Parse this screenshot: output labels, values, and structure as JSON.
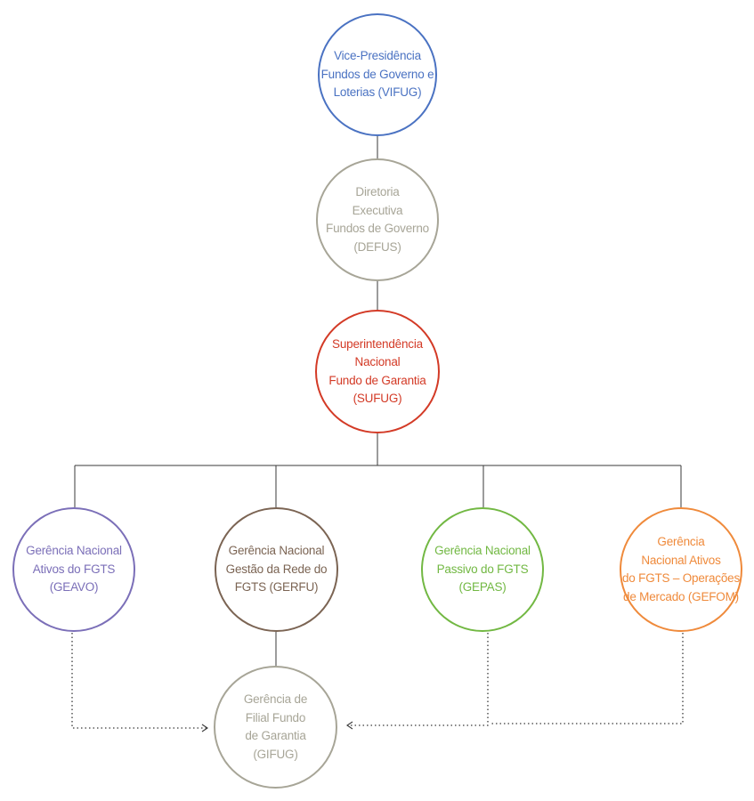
{
  "colors": {
    "vifug": "#4a72c2",
    "defus": "#a7a597",
    "sufug": "#d33a26",
    "geavo": "#7b6fb8",
    "gerfu": "#7b6453",
    "gepas": "#72b843",
    "gefom": "#ef8a3b",
    "gifug": "#a7a597",
    "connector": "#3a3a3a"
  },
  "nodes": {
    "vifug": "Vice-Presidência\nFundos de Governo e\nLoterias (VIFUG)",
    "defus": "Diretoria\nExecutiva\nFundos de Governo\n(DEFUS)",
    "sufug": "Superintendência\nNacional\nFundo de Garantia\n(SUFUG)",
    "geavo": "Gerência Nacional\nAtivos do FGTS\n(GEAVO)",
    "gerfu": "Gerência Nacional\nGestão da Rede do\nFGTS (GERFU)",
    "gepas": "Gerência Nacional\nPassivo do FGTS\n(GEPAS)",
    "gefom": "Gerência\nNacional Ativos\ndo FGTS – Operações\nde Mercado (GEFOM)",
    "gifug": "Gerência de\nFilial Fundo\nde Garantia\n(GIFUG)"
  }
}
